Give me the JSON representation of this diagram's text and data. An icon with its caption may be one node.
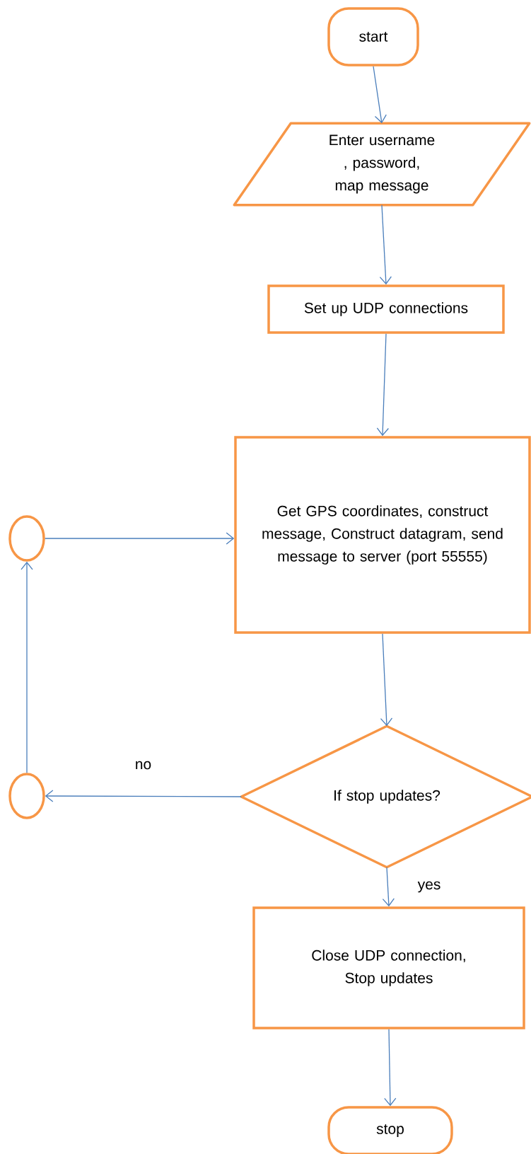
{
  "diagram": {
    "nodes": [
      {
        "text": [
          "start"
        ]
      },
      {
        "text": [
          "Enter username , password, map message"
        ]
      },
      {
        "text": [
          "Set up UDP connections"
        ]
      },
      {
        "text": [
          "Get GPS coordinates, construct message, Construct datagram, send message to server (port 55555)"
        ]
      },
      {
        "text": [],
        "shape": "circle"
      },
      {
        "text": [
          "If stop updates?"
        ]
      },
      {
        "text": [],
        "shape": "circle"
      },
      {
        "text": [
          "Close UDP connection, Stop updates"
        ]
      },
      {
        "text": [
          "stop"
        ]
      }
    ],
    "edges": [
      {
        "from": 0,
        "to": 1,
        "arrow": "to"
      },
      {
        "from": 1,
        "to": 2,
        "arrow": "to"
      },
      {
        "from": 2,
        "to": 3,
        "arrow": "to"
      },
      {
        "from": 3,
        "to": 5,
        "arrow": "to"
      },
      {
        "from": 5,
        "to": 6,
        "arrow": "to",
        "label": "no"
      },
      {
        "from": 6,
        "to": 4,
        "arrow": "to"
      },
      {
        "from": 4,
        "to": 3,
        "arrow": "to"
      },
      {
        "from": 5,
        "to": 7,
        "arrow": "to",
        "label": "yes"
      },
      {
        "from": 7,
        "to": 8,
        "arrow": "to"
      }
    ]
  }
}
